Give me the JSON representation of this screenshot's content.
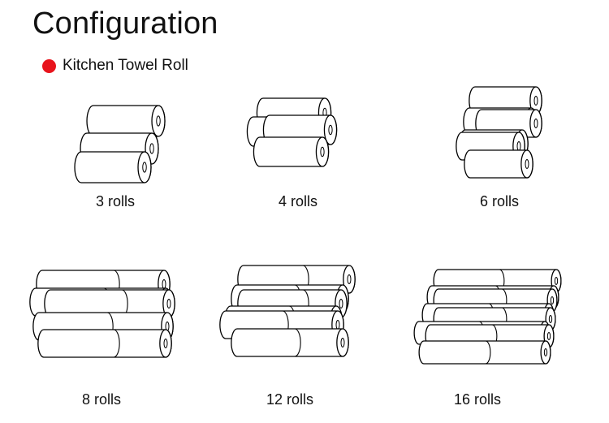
{
  "page": {
    "title": "Configuration"
  },
  "legend": {
    "label": "Kitchen Towel Roll",
    "dot_color": "#e8141c"
  },
  "configs": [
    {
      "label": "3 rolls",
      "icon": "three-roll-pack-icon"
    },
    {
      "label": "4 rolls",
      "icon": "four-roll-pack-icon"
    },
    {
      "label": "6 rolls",
      "icon": "six-roll-pack-icon"
    },
    {
      "label": "8 rolls",
      "icon": "eight-roll-pack-icon"
    },
    {
      "label": "12 rolls",
      "icon": "twelve-roll-pack-icon"
    },
    {
      "label": "16 rolls",
      "icon": "sixteen-roll-pack-icon"
    }
  ]
}
